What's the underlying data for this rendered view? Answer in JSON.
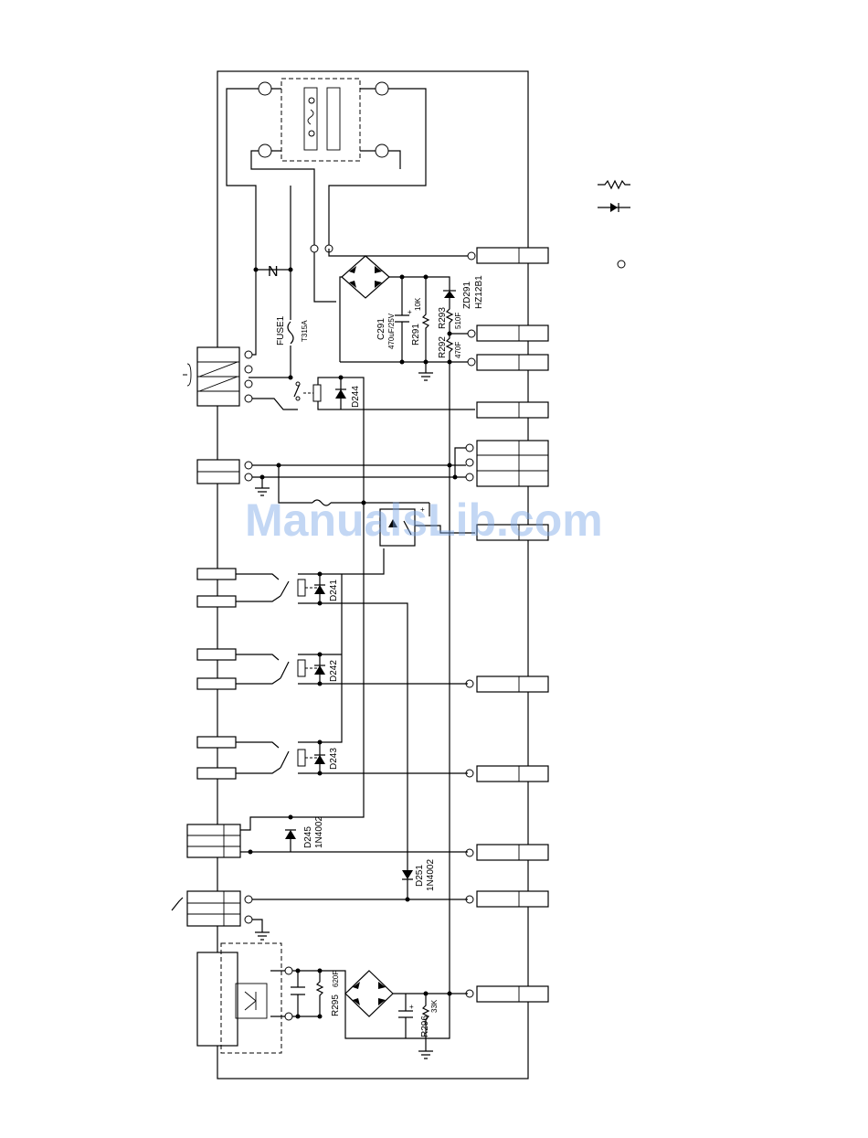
{
  "components": {
    "fuse1": {
      "ref": "FUSE1",
      "value": "T315A"
    },
    "c291": {
      "ref": "C291",
      "value": "470uF/25V"
    },
    "r291": {
      "ref": "R291",
      "value": "10K"
    },
    "r293": {
      "ref": "R293",
      "value": "510F"
    },
    "zd291": {
      "ref": "ZD291",
      "value": "HZ12B1"
    },
    "r292": {
      "ref": "R292",
      "value": "470F"
    },
    "d244": {
      "ref": "D244"
    },
    "d241": {
      "ref": "D241"
    },
    "d242": {
      "ref": "D242"
    },
    "d243": {
      "ref": "D243"
    },
    "d245": {
      "ref": "D245",
      "value": "1N4002"
    },
    "d251": {
      "ref": "D251",
      "value": "1N4002"
    },
    "r295": {
      "ref": "R295",
      "value": "620F"
    },
    "r296": {
      "ref": "R296",
      "value": "33K"
    },
    "n_mark": "N"
  },
  "watermark": "ManualsLib.com",
  "legend_icons": [
    "resistor-icon",
    "diode-icon",
    "terminal-icon"
  ]
}
